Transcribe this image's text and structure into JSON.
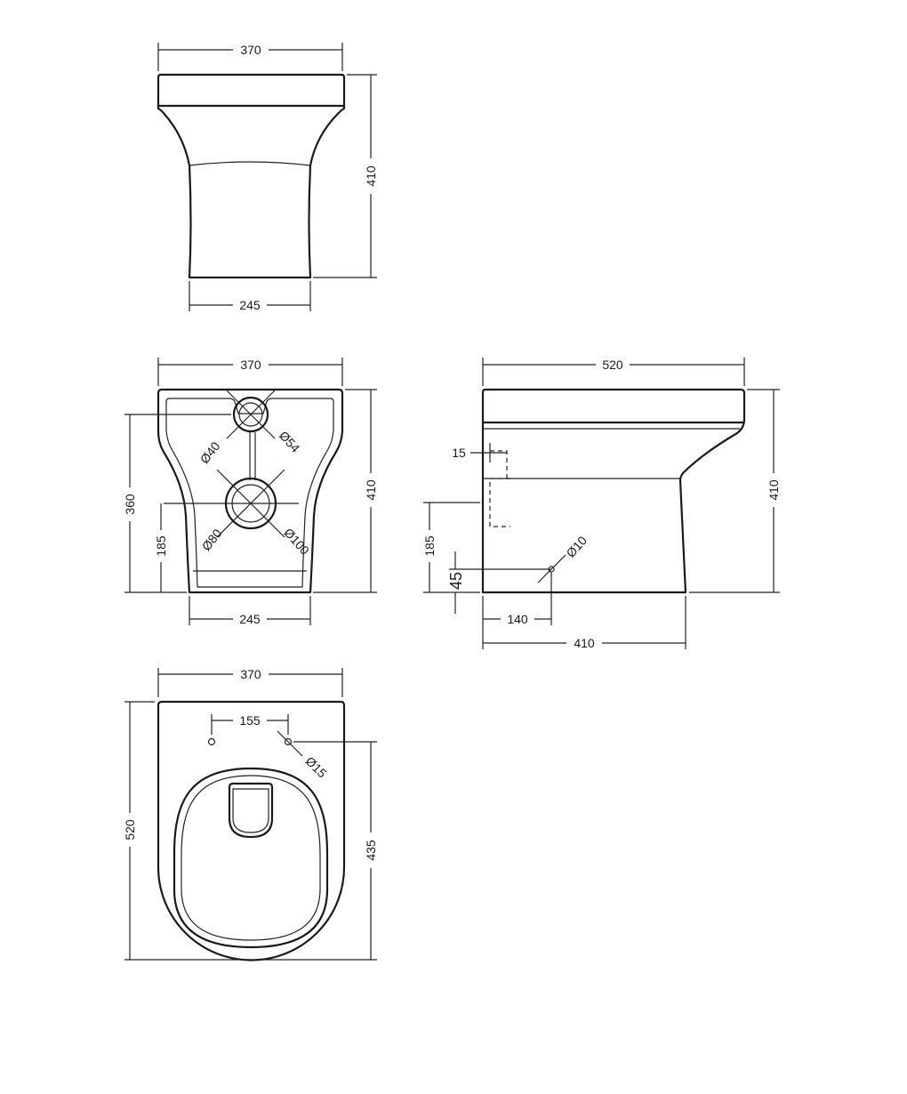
{
  "front_view": {
    "width_top": "370",
    "height": "410",
    "width_base": "245"
  },
  "back_view": {
    "width_top": "370",
    "height": "410",
    "width_base": "245",
    "height_inlet": "360",
    "height_outlet_center": "185",
    "dia_inlet_inner": "Ø40",
    "dia_inlet_outer": "Ø54",
    "dia_outlet_inner": "Ø80",
    "dia_outlet_outer": "Ø100"
  },
  "side_view": {
    "length": "520",
    "height": "410",
    "base_length": "410",
    "inlet_offset": "15",
    "outlet_height": "185",
    "fixing_height": "45",
    "fixing_offset": "140",
    "fixing_dia": "Ø10"
  },
  "top_view": {
    "width": "370",
    "length": "520",
    "hinge_spacing": "155",
    "hinge_dia": "Ø15",
    "hinge_to_front": "435"
  }
}
